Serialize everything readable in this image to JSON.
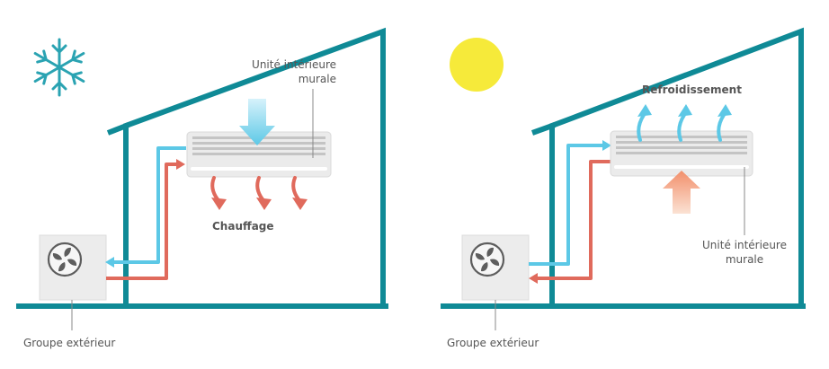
{
  "colors": {
    "house_outline": "#0f8a96",
    "ground": "#0f8a96",
    "snowflake": "#2aa3b2",
    "sun": "#f6ea3a",
    "cold_pipe": "#5cc8e6",
    "hot_pipe": "#e06a5c",
    "unit_body": "#ebebeb",
    "unit_grille": "#c4c4c4",
    "outdoor_unit": "#ececec",
    "outdoor_fan": "#5d5d5d",
    "leader_line": "#888888",
    "label_text": "#555555"
  },
  "icons": {
    "winter": "snowflake-icon",
    "summer": "sun-icon"
  },
  "heating_panel": {
    "indoor_label_line1": "Unité intérieure",
    "indoor_label_line2": "murale",
    "mode_label": "Chauffage",
    "outdoor_label": "Groupe extérieur"
  },
  "cooling_panel": {
    "mode_label": "Refroidissement",
    "indoor_label_line1": "Unité intérieure",
    "indoor_label_line2": "murale",
    "outdoor_label": "Groupe extérieur"
  }
}
